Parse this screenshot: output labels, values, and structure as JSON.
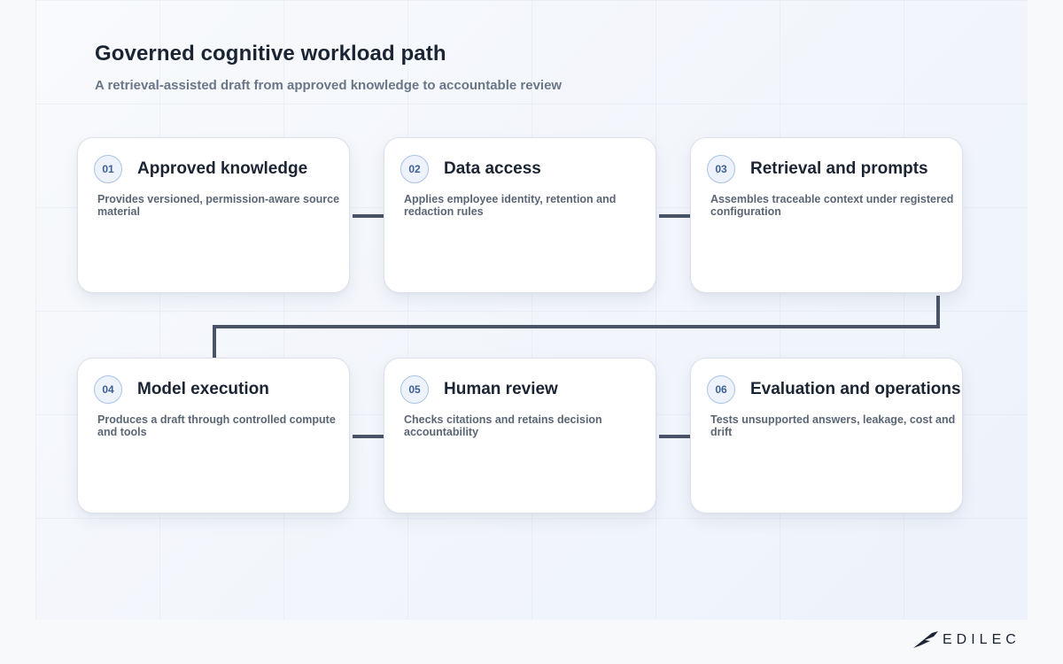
{
  "header": {
    "title": "Governed cognitive workload path",
    "subtitle": "A retrieval-assisted draft from approved knowledge to accountable review"
  },
  "steps": [
    {
      "num": "01",
      "title": "Approved knowledge",
      "desc": "Provides versioned, permission-aware source material"
    },
    {
      "num": "02",
      "title": "Data access",
      "desc": "Applies employee identity, retention and redaction rules"
    },
    {
      "num": "03",
      "title": "Retrieval and prompts",
      "desc": "Assembles traceable context under registered configuration"
    },
    {
      "num": "04",
      "title": "Model execution",
      "desc": "Produces a draft through controlled compute and tools"
    },
    {
      "num": "05",
      "title": "Human review",
      "desc": "Checks citations and retains decision accountability"
    },
    {
      "num": "06",
      "title": "Evaluation and operations",
      "desc": "Tests unsupported answers, leakage, cost and drift"
    }
  ],
  "brand": {
    "name": "EDILEC",
    "icon": "edilec-logo-icon"
  },
  "colors": {
    "connector": "#4a5466",
    "badge_text": "#3d5f95",
    "badge_border": "#a9c2e6"
  }
}
